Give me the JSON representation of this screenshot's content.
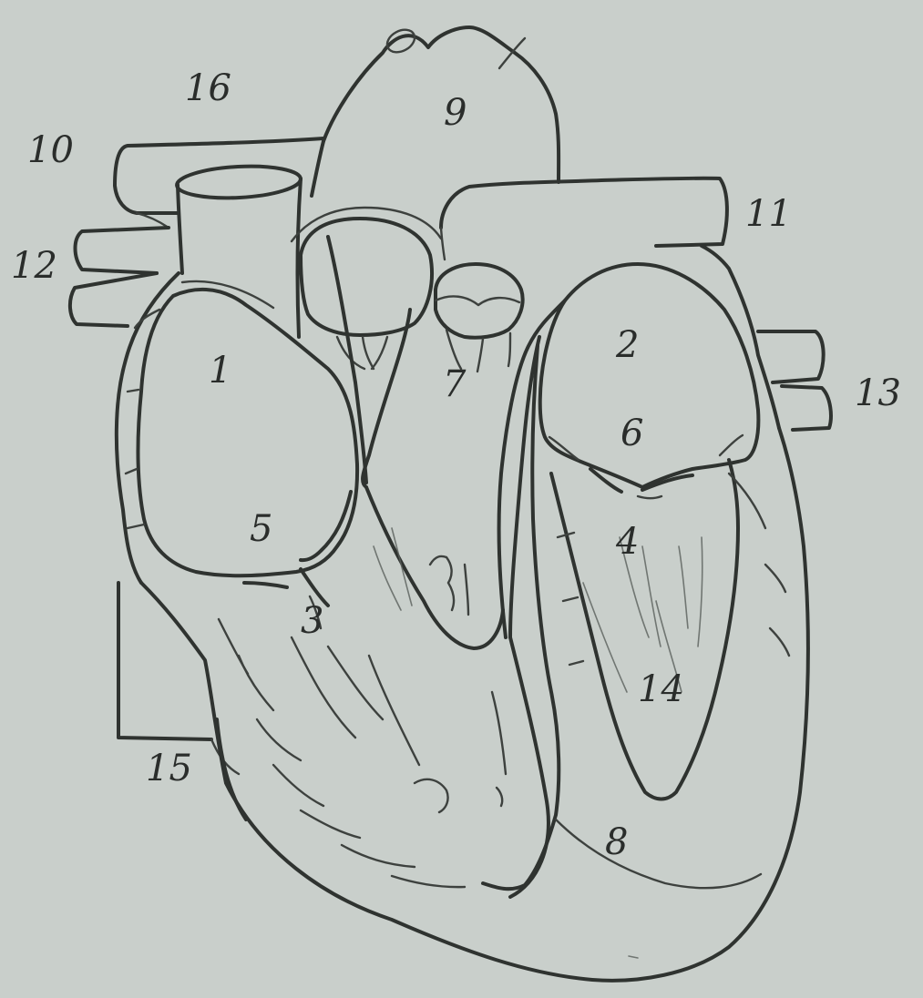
{
  "diagram": {
    "labels": [
      {
        "id": "label-1",
        "text": "1"
      },
      {
        "id": "label-2",
        "text": "2"
      },
      {
        "id": "label-3",
        "text": "3"
      },
      {
        "id": "label-4",
        "text": "4"
      },
      {
        "id": "label-5",
        "text": "5"
      },
      {
        "id": "label-6",
        "text": "6"
      },
      {
        "id": "label-7",
        "text": "7"
      },
      {
        "id": "label-8",
        "text": "8"
      },
      {
        "id": "label-9",
        "text": "9"
      },
      {
        "id": "label-10",
        "text": "10"
      },
      {
        "id": "label-11",
        "text": "11"
      },
      {
        "id": "label-12",
        "text": "12"
      },
      {
        "id": "label-13",
        "text": "13"
      },
      {
        "id": "label-14",
        "text": "14"
      },
      {
        "id": "label-15",
        "text": "15"
      },
      {
        "id": "label-16",
        "text": "16"
      }
    ]
  },
  "colors": {
    "paper": "#c9cfcb",
    "ink": "#2f3330"
  }
}
